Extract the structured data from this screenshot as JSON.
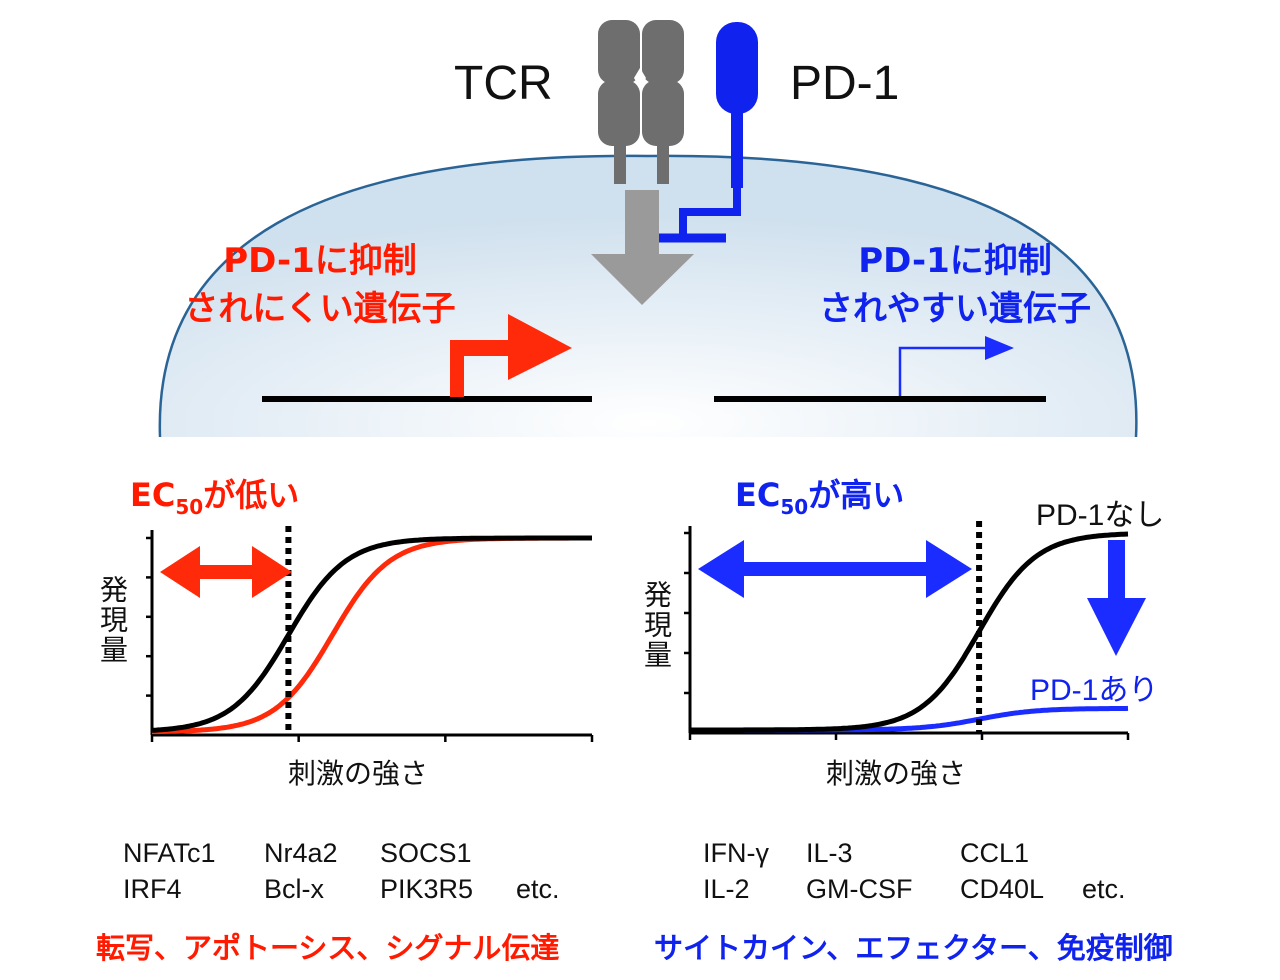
{
  "receptors": {
    "tcr_label": "TCR",
    "pd1_label": "PD-1"
  },
  "categories": {
    "resistant": {
      "line1": "PD-1に抑制",
      "line2": "されにくい遺伝子",
      "color": "#ff1a00"
    },
    "sensitive": {
      "line1": "PD-1に抑制",
      "line2": "されやすい遺伝子",
      "color": "#0f22ee"
    }
  },
  "left_panel": {
    "ec50_prefix": "EC",
    "ec50_sub": "50",
    "ec50_suffix": "が低い",
    "ylabel": "発現量",
    "xlabel": "刺激の強さ",
    "genes": [
      [
        "NFATc1",
        "Nr4a2",
        "SOCS1",
        ""
      ],
      [
        "IRF4",
        "Bcl-x",
        "PIK3R5",
        "etc."
      ]
    ],
    "footer": "転写、アポトーシス、シグナル伝達"
  },
  "right_panel": {
    "ec50_prefix": "EC",
    "ec50_sub": "50",
    "ec50_suffix": "が高い",
    "ylabel": "発現量",
    "xlabel": "刺激の強さ",
    "curve_label_without": "PD-1なし",
    "curve_label_with": "PD-1あり",
    "genes": [
      [
        "IFN-γ",
        "IL-3",
        "CCL1",
        ""
      ],
      [
        "IL-2",
        "GM-CSF",
        "CD40L",
        "etc."
      ]
    ],
    "footer": "サイトカイン、エフェクター、免疫制御"
  },
  "chart_data": [
    {
      "type": "line",
      "series": [
        {
          "color": "#000000",
          "midpoint": 0.31,
          "plateau": 1.0
        },
        {
          "color": "#ff2a0a",
          "midpoint": 0.41,
          "plateau": 1.0
        }
      ],
      "ylim": [
        0,
        1
      ],
      "xlim": [
        0,
        1
      ],
      "ec50_marker": 0.31
    },
    {
      "type": "line",
      "series": [
        {
          "name": "PD-1なし",
          "color": "#000000",
          "midpoint": 0.66,
          "plateau": 1.0
        },
        {
          "name": "PD-1あり",
          "color": "#1a2cff",
          "midpoint": 0.66,
          "plateau": 0.11
        }
      ],
      "ylim": [
        0,
        1
      ],
      "xlim": [
        0,
        1
      ],
      "ec50_marker": 0.66
    }
  ],
  "colors": {
    "red": "#ff1a00",
    "blue": "#0f22ee",
    "receptor_gray": "#6e6e6e",
    "arrow_gray": "#9a9a9a",
    "cell_outline": "#2a6496"
  }
}
